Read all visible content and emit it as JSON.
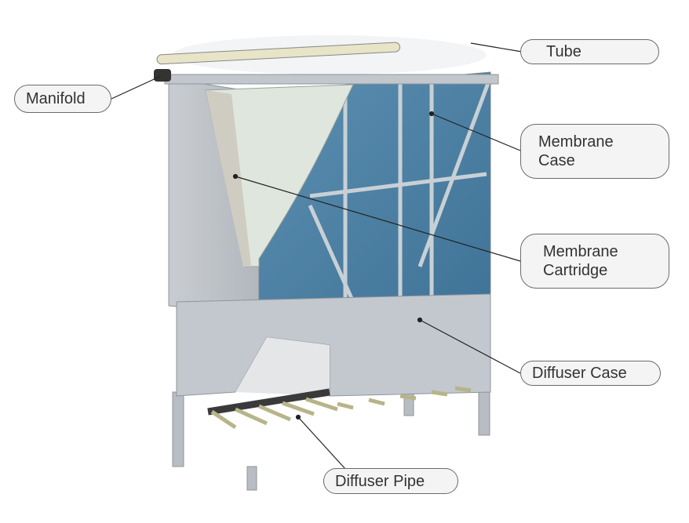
{
  "labels": {
    "tube": "Tube",
    "manifold": "Manifold",
    "membrane_case": "Membrane\nCase",
    "membrane_cartridge": "Membrane\nCartridge",
    "diffuser_case": "Diffuser Case",
    "diffuser_pipe": "Diffuser Pipe"
  }
}
